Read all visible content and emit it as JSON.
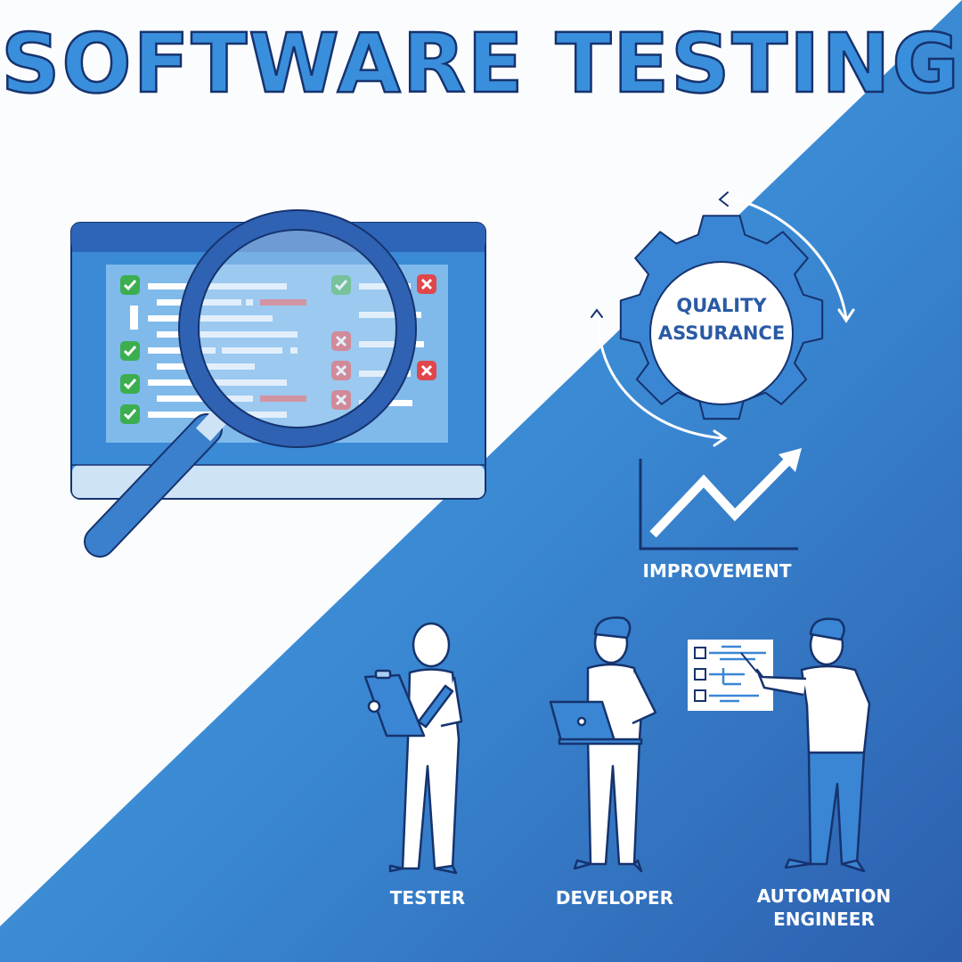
{
  "title": "SOFTWARE TESTING",
  "qa_gear": {
    "line1": "QUALITY",
    "line2": "ASSURANCE"
  },
  "improvement": {
    "label": "IMPROVEMENT"
  },
  "roles": [
    {
      "label": "TESTER",
      "prop": "clipboard-and-pencil"
    },
    {
      "label": "DEVELOPER",
      "prop": "laptop"
    },
    {
      "label_line1": "AUTOMATION",
      "label_line2": "ENGINEER",
      "prop": "flowchart-board"
    }
  ],
  "monitor": {
    "left_column_results": [
      "pass",
      "pass",
      "pass",
      "pass"
    ],
    "right_column_results": [
      "pass",
      "fail",
      "fail",
      "fail",
      "fail",
      "fail"
    ]
  },
  "colors": {
    "background_light": "#fbfcfe",
    "gradient_start": "#3d9be0",
    "gradient_end": "#2c5fae",
    "title_fill": "#3a8fdc",
    "outline": "#16336e",
    "pass_green": "#3cae4f",
    "fail_red": "#e0474c",
    "qa_text": "#2a5aa5"
  }
}
